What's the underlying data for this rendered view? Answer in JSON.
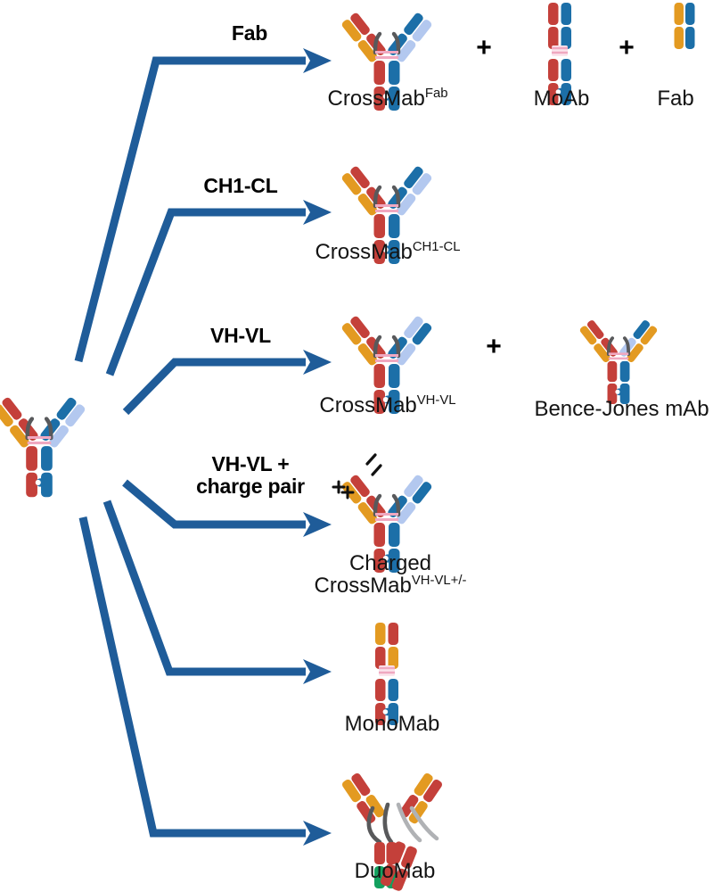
{
  "figure": {
    "kind": "antibody-engineering-schematic",
    "background_color": "#ffffff",
    "arrow_color": "#1f5c99"
  },
  "palette": {
    "orange": "#e39a21",
    "red": "#c4403a",
    "dark_blue": "#1c6fa8",
    "light_blue": "#b3c8ef",
    "green": "#13a05e",
    "grey": "#58595b",
    "pink": "#f0a8c0",
    "arrow": "#1f5c99"
  },
  "source": {
    "name": "parental-bispecific-antibody",
    "icon": "antibody-y-icon"
  },
  "branches": [
    {
      "id": "fab",
      "label": "Fab",
      "label_lines": [
        "Fab"
      ]
    },
    {
      "id": "ch1cl",
      "label": "CH1-CL",
      "label_lines": [
        "CH1-CL"
      ]
    },
    {
      "id": "vhvl",
      "label": "VH-VL",
      "label_lines": [
        "VH-VL"
      ]
    },
    {
      "id": "chargepair",
      "label": "VH-VL + charge pair",
      "label_lines": [
        "VH-VL +",
        "charge pair"
      ]
    },
    {
      "id": "monomab",
      "label": "",
      "label_lines": []
    },
    {
      "id": "duomab",
      "label": "",
      "label_lines": []
    }
  ],
  "products": [
    {
      "id": "crossmab-fab",
      "base": "CrossMab",
      "superscript": "Fab",
      "icon": "antibody-y-icon",
      "byproducts": [
        {
          "id": "moab",
          "base": "MoAb",
          "superscript": "",
          "icon": "antibody-linear-icon"
        },
        {
          "id": "fab",
          "base": "Fab",
          "superscript": "",
          "icon": "fab-fragment-icon"
        }
      ]
    },
    {
      "id": "crossmab-ch1cl",
      "base": "CrossMab",
      "superscript": "CH1-CL",
      "icon": "antibody-y-icon",
      "byproducts": []
    },
    {
      "id": "crossmab-vhvl",
      "base": "CrossMab",
      "superscript": "VH-VL",
      "icon": "antibody-y-icon",
      "byproducts": [
        {
          "id": "bence-jones-mab",
          "base": "Bence-Jones mAb",
          "superscript": "",
          "icon": "antibody-y-icon"
        }
      ]
    },
    {
      "id": "charged-crossmab",
      "base": "Charged\nCrossMab",
      "line1": "Charged",
      "line2": "CrossMab",
      "superscript": "VH-VL+/-",
      "icon": "antibody-y-icon",
      "charge_marks": {
        "positive": "++",
        "negative": "- -"
      },
      "byproducts": []
    },
    {
      "id": "monomab",
      "base": "MonoMab",
      "superscript": "",
      "icon": "antibody-linear-icon",
      "byproducts": []
    },
    {
      "id": "duomab",
      "base": "DuoMab",
      "superscript": "",
      "icon": "duomab-icon",
      "byproducts": []
    }
  ],
  "plus_signs": [
    "+",
    "+",
    "+"
  ]
}
